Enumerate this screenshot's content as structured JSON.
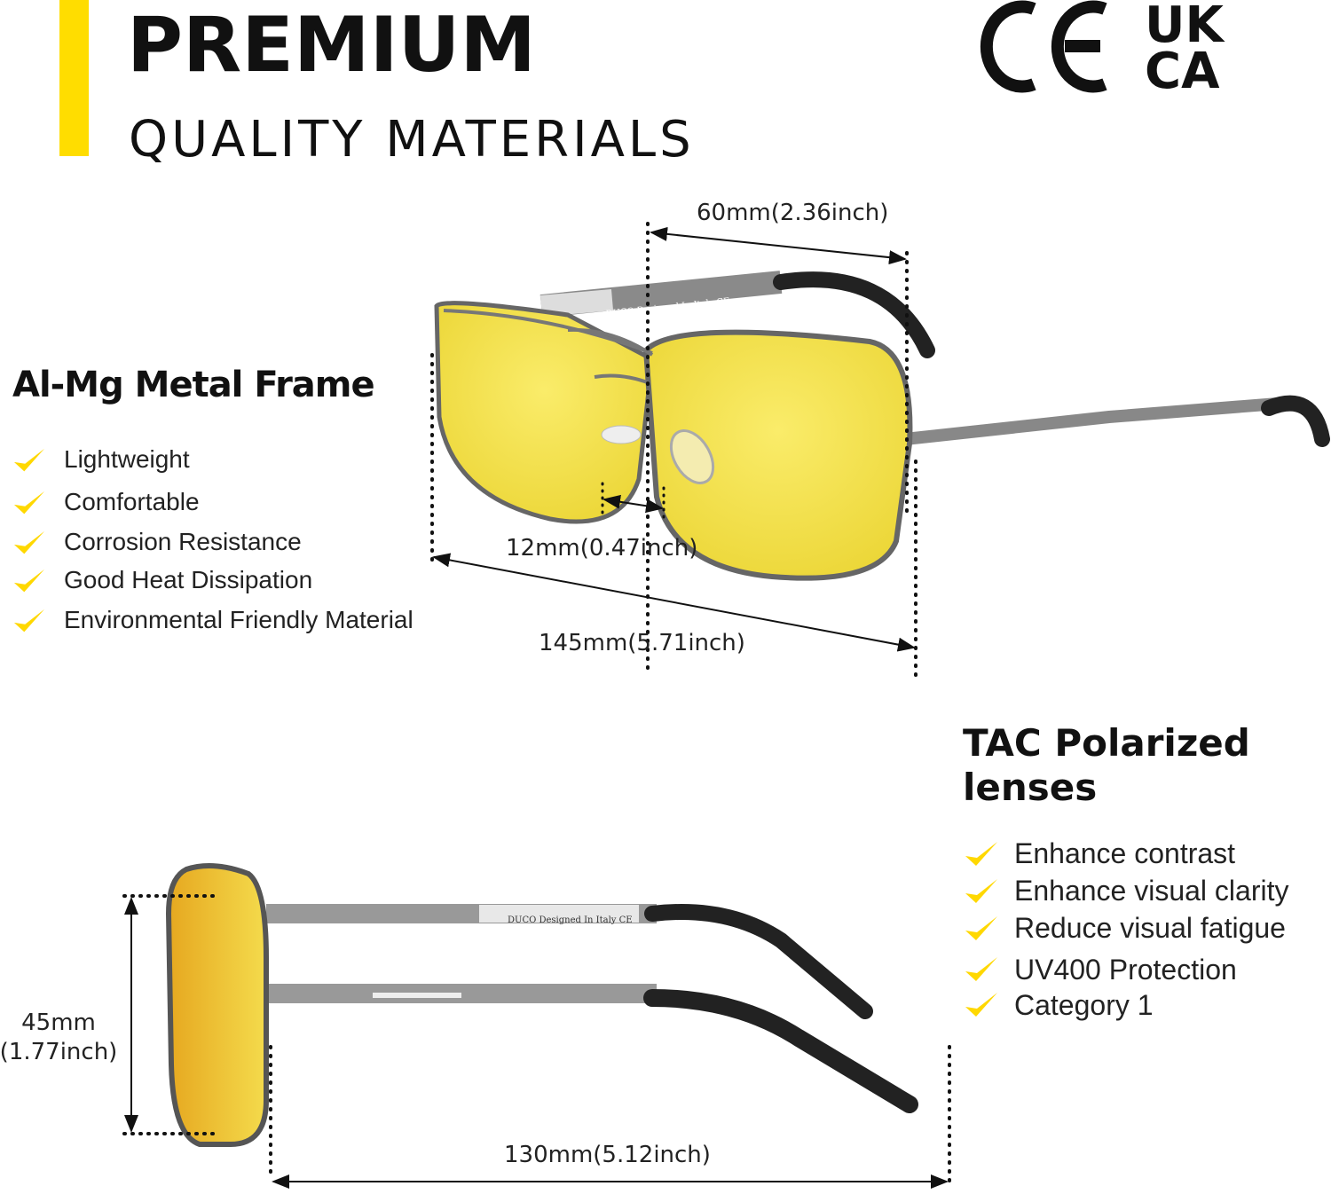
{
  "header": {
    "title": "PREMIUM",
    "subtitle": "QUALITY MATERIALS",
    "accent_color": "#FFDD00"
  },
  "certifications": {
    "ce": "CE",
    "ukca_top": "UK",
    "ukca_bottom": "CA"
  },
  "frame_section": {
    "title": "Al-Mg Metal Frame",
    "items": [
      "Lightweight",
      "Comfortable",
      "Corrosion Resistance",
      "Good Heat Dissipation",
      "Environmental Friendly Material"
    ]
  },
  "lens_section": {
    "title_line1": "TAC Polarized",
    "title_line2": "lenses",
    "items": [
      "Enhance contrast",
      "Enhance visual clarity",
      "Reduce visual fatigue",
      "UV400 Protection",
      "Category 1"
    ]
  },
  "dimensions": {
    "lens_width": "60mm(2.36inch)",
    "bridge": "12mm(0.47inch)",
    "frame_width": "145mm(5.71inch)",
    "lens_height_1": "45mm",
    "lens_height_2": "(1.77inch)",
    "temple_length": "130mm(5.12inch)"
  },
  "product": {
    "temple_print": "DUCO Designed In Italy CE",
    "lens_color": "#F3E34A",
    "check_color": "#FFD800"
  }
}
